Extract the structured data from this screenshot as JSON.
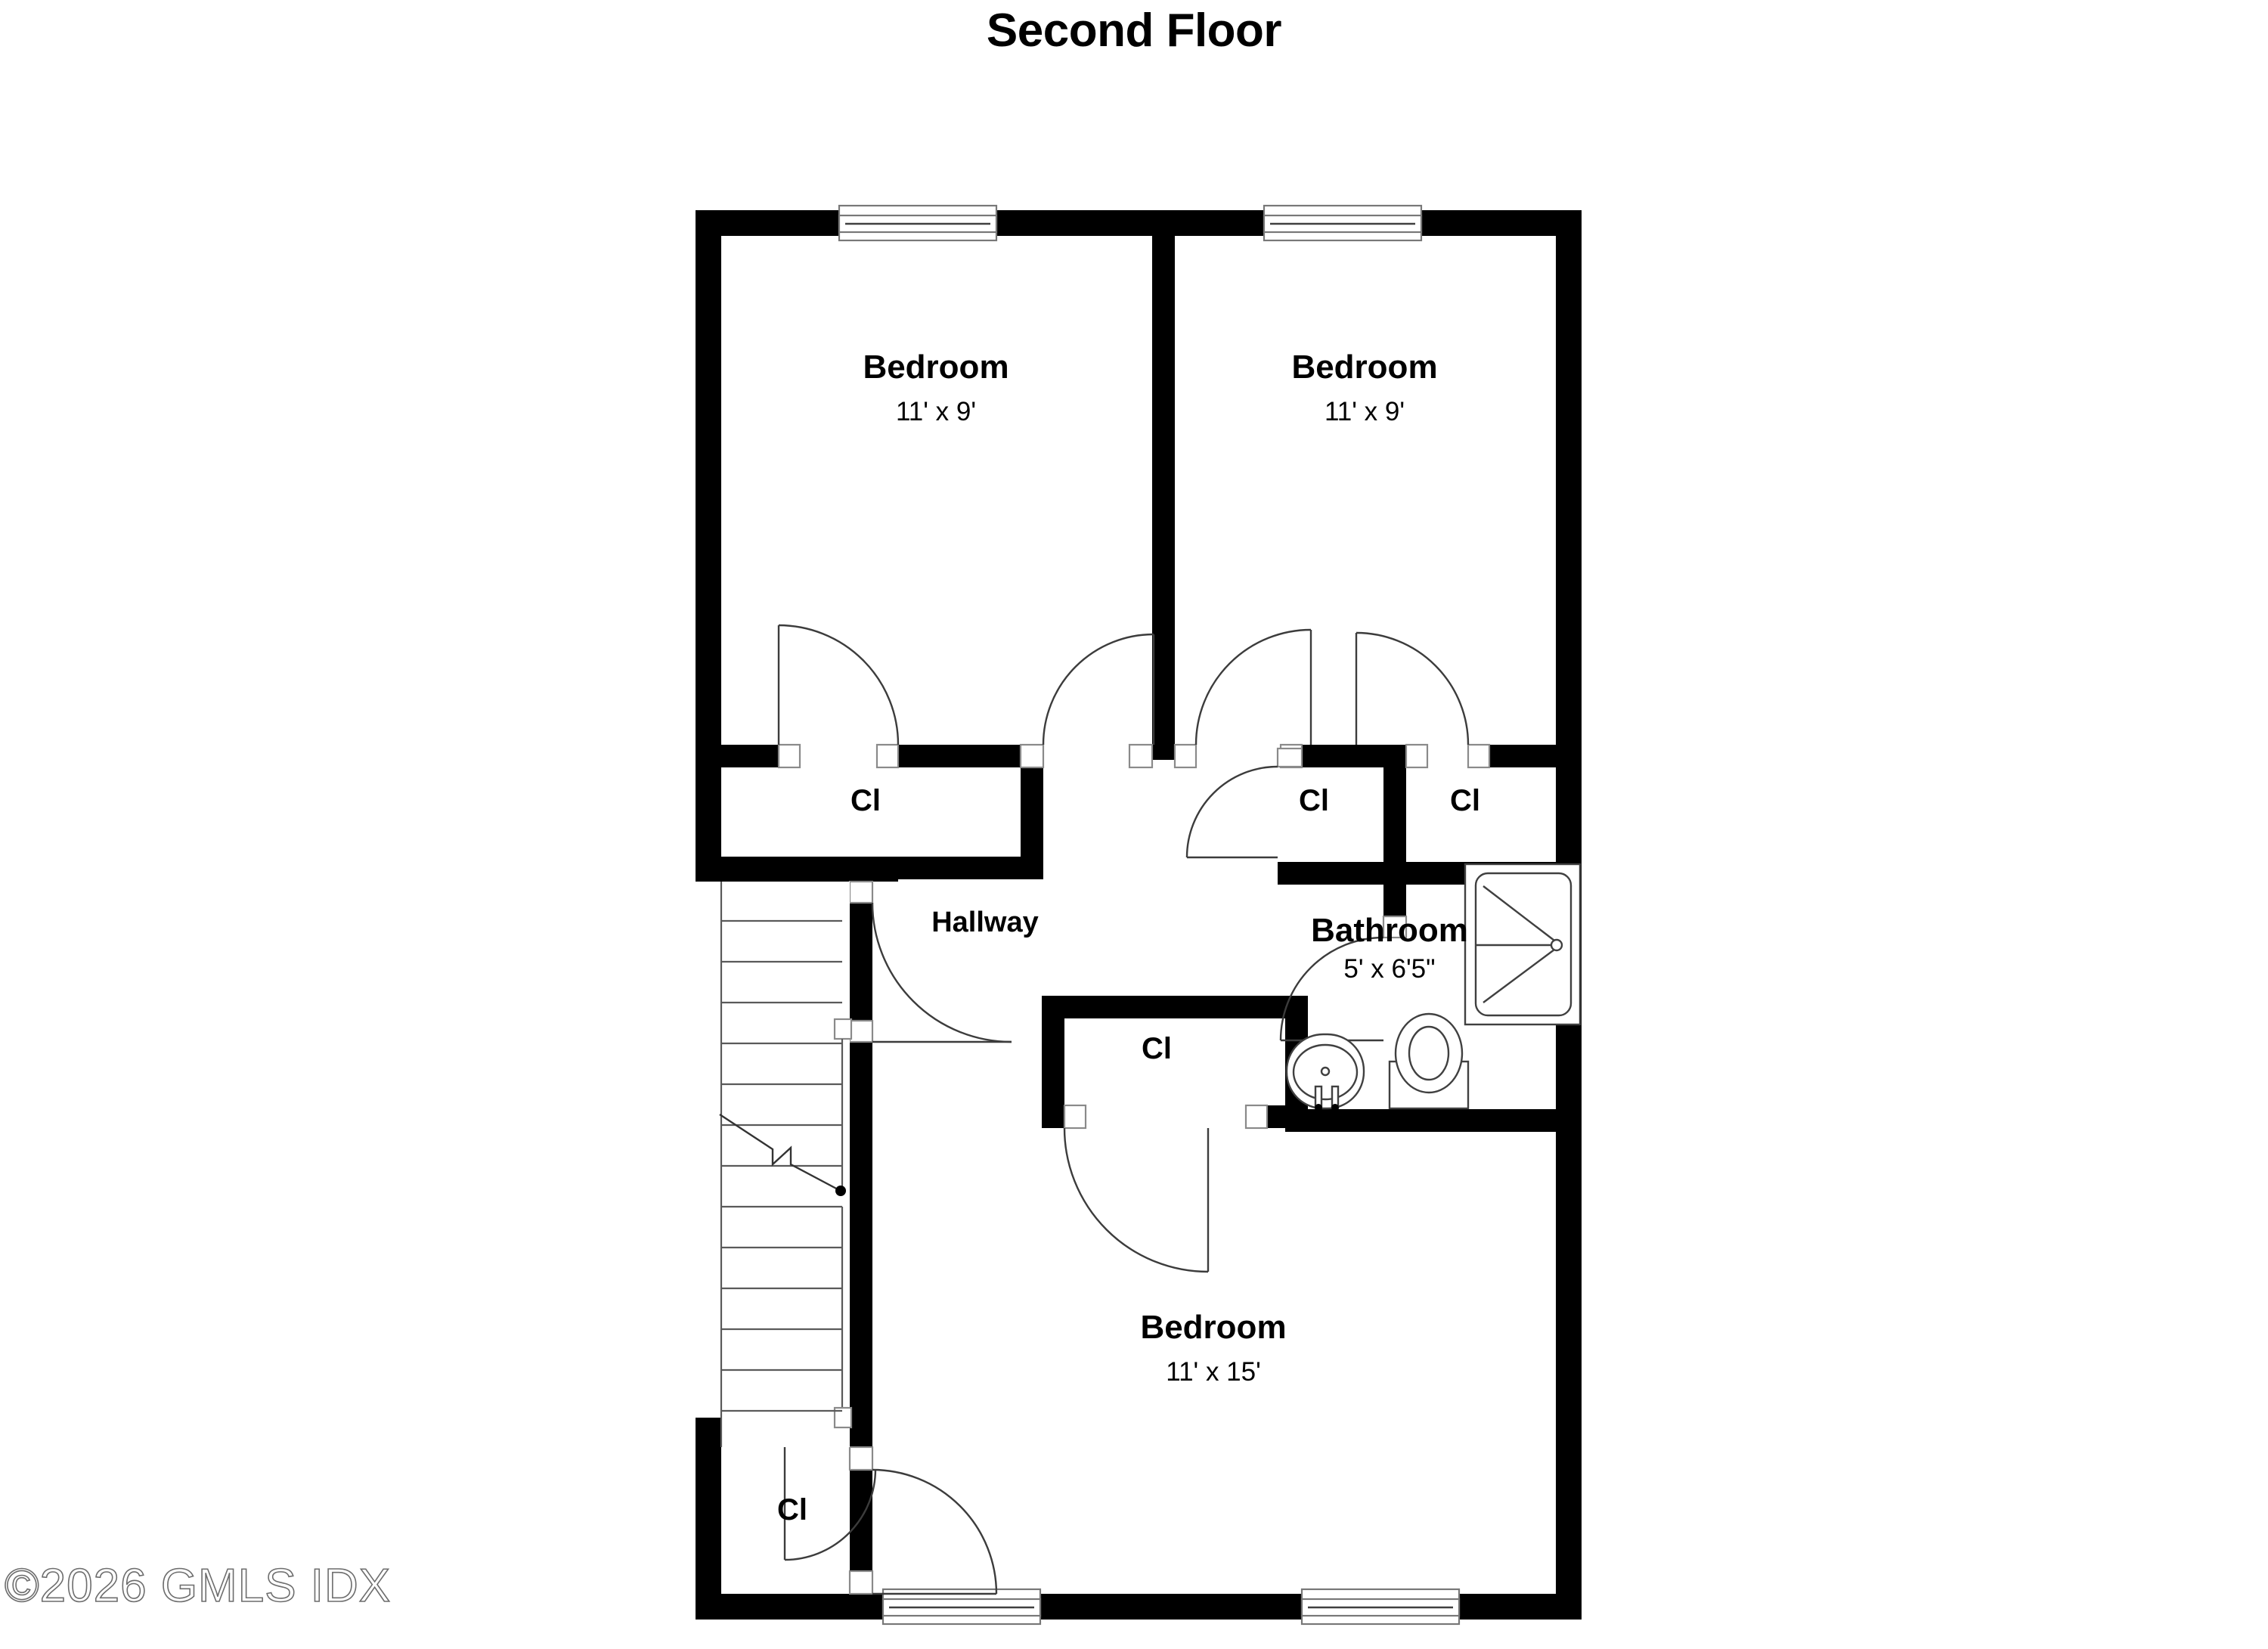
{
  "title": "Second Floor",
  "watermark": "©2026 GMLS IDX",
  "rooms": [
    {
      "id": "bedroom-nw",
      "name": "Bedroom",
      "dimensions": "11' x 9'"
    },
    {
      "id": "bedroom-ne",
      "name": "Bedroom",
      "dimensions": "11' x 9'"
    },
    {
      "id": "bathroom",
      "name": "Bathroom",
      "dimensions": "5' x 6'5\""
    },
    {
      "id": "bedroom-s",
      "name": "Bedroom",
      "dimensions": "11' x 15'"
    },
    {
      "id": "hallway",
      "name": "Hallway",
      "dimensions": ""
    }
  ],
  "closets": [
    {
      "id": "closet-nw",
      "label": "Cl"
    },
    {
      "id": "closet-center",
      "label": "Cl"
    },
    {
      "id": "closet-ne",
      "label": "Cl"
    },
    {
      "id": "closet-hall",
      "label": "Cl"
    },
    {
      "id": "closet-sw",
      "label": "Cl"
    }
  ],
  "fixtures": [
    {
      "id": "sink",
      "name": "bathroom-sink"
    },
    {
      "id": "toilet",
      "name": "toilet"
    },
    {
      "id": "bathtub",
      "name": "bathtub-shower"
    },
    {
      "id": "stairs",
      "name": "staircase"
    }
  ],
  "colors": {
    "wall": "#000000",
    "background": "#ffffff",
    "text": "#000000",
    "fixture_stroke": "#404040",
    "watermark": "#6d6d6d"
  }
}
